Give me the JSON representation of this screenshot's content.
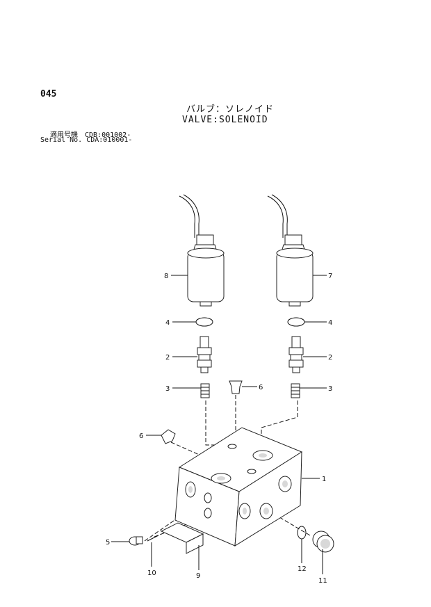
{
  "header": {
    "page_number": "045",
    "title_jp": "バルブ：ソレノイド",
    "title_en": "VALVE:SOLENOID",
    "serial_line_1": "適用号機　CDB:001002-",
    "serial_line_2": "Serial No. CDA:010001-"
  },
  "callouts": [
    "8",
    "7",
    "4",
    "4",
    "2",
    "2",
    "3",
    "6",
    "3",
    "6",
    "1",
    "5",
    "10",
    "9",
    "12",
    "11"
  ]
}
